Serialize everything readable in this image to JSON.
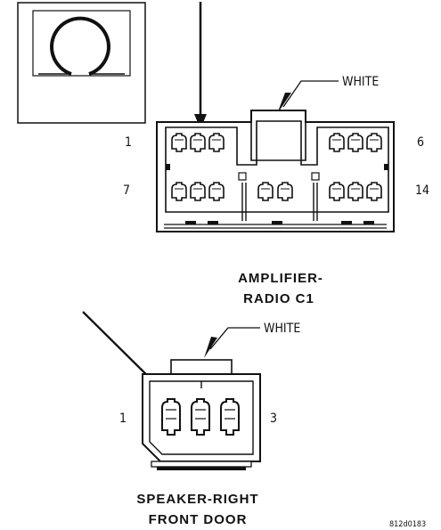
{
  "connector_top": {
    "color_label": "WHITE",
    "pin_left_top": "1",
    "pin_right_top": "6",
    "pin_left_bottom": "7",
    "pin_right_bottom": "14",
    "title_line1": "AMPLIFIER-",
    "title_line2": "RADIO C1"
  },
  "connector_bottom": {
    "color_label": "WHITE",
    "pin_left": "1",
    "pin_right": "3",
    "title_line1": "SPEAKER-RIGHT",
    "title_line2": "FRONT DOOR"
  },
  "figure_id": "812d0183",
  "icons": {
    "inset": "connector-view-icon"
  },
  "colors": {
    "line": "#111111",
    "background": "#ffffff"
  }
}
